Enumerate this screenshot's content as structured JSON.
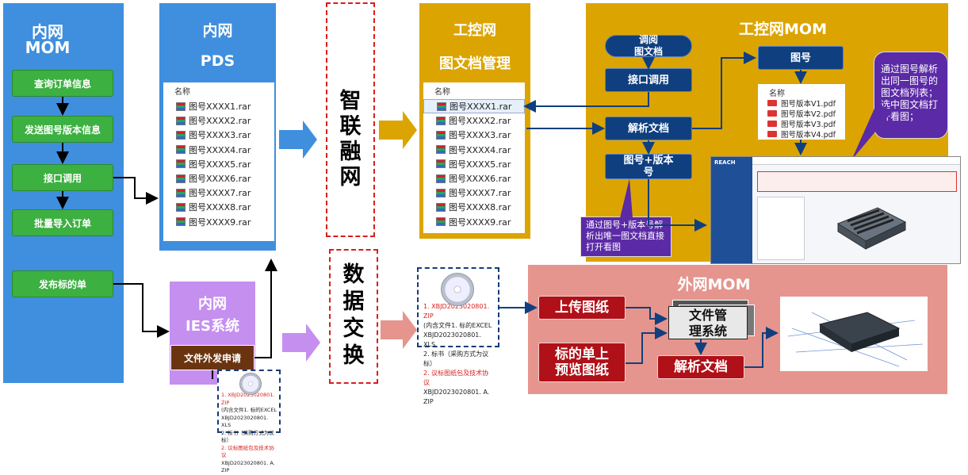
{
  "colors": {
    "blue_panel": "#3f8fde",
    "gold_panel": "#dca400",
    "purple_panel": "#c58ff0",
    "salmon_panel": "#e5958d",
    "green_btn": "#3cb040",
    "navy_btn": "#0f3f7f",
    "red_btn": "#b01018",
    "dashed_red": "#d81e1e"
  },
  "mom_panel": {
    "title_line1": "内网",
    "title_line2": "MOM",
    "steps": [
      "查询订单信息",
      "发送图号版本信息",
      "接口调用",
      "批量导入订单",
      "发布标的单"
    ]
  },
  "pds_panel": {
    "title_line1": "内网",
    "title_line2": "PDS",
    "header": "名称",
    "files": [
      "图号XXXX1.rar",
      "图号XXXX2.rar",
      "图号XXXX3.rar",
      "图号XXXX4.rar",
      "图号XXXX5.rar",
      "图号XXXX6.rar",
      "图号XXXX7.rar",
      "图号XXXX8.rar",
      "图号XXXX9.rar"
    ]
  },
  "ies_panel": {
    "title_line1": "内网",
    "title_line2": "IES系统",
    "button": "文件外发申请"
  },
  "zhilian": {
    "chars": [
      "智",
      "联",
      "融",
      "网"
    ]
  },
  "shuju": {
    "chars": [
      "数",
      "据",
      "交",
      "换"
    ]
  },
  "gk_doc_panel": {
    "title_line1": "工控网",
    "title_line2": "图文档管理",
    "header": "名称",
    "files": [
      "图号XXXX1.rar",
      "图号XXXX2.rar",
      "图号XXXX3.rar",
      "图号XXXX4.rar",
      "图号XXXX5.rar",
      "图号XXXX6.rar",
      "图号XXXX7.rar",
      "图号XXXX8.rar",
      "图号XXXX9.rar"
    ]
  },
  "gk_mom_panel": {
    "title": "工控网MOM",
    "btn_diaoyue": "调阅\n图文档",
    "btn_interface": "接口调用",
    "btn_parse": "解析文档",
    "btn_drawing_version": "图号+版本\n号",
    "btn_drawing_no": "图号",
    "pdf_header": "名称",
    "pdf_files": [
      "图号版本V1.pdf",
      "图号版本V2.pdf",
      "图号版本V3.pdf",
      "图号版本V4.pdf"
    ],
    "callout_top": "通过图号解析出同一图号的图文档列表；选中图文档打开看图；",
    "callout_bottom": "通过图号+版本号解析出唯一图文档直接打开看图",
    "screenshot_brand": "REACH"
  },
  "external_mom_panel": {
    "title": "外网MOM",
    "btn_upload": "上传图纸",
    "btn_preview": "标的单上\n预览图纸",
    "btn_file_mgmt": "文件管\n理系统",
    "btn_parse": "解析文档"
  },
  "doc_card_large": {
    "lines": [
      "1. XBJD2023020801. ZIP",
      "(内含文件1. 标的EXCEL",
      "XBJD2023020801. XLS",
      "2. 标书（采购方式为议标）",
      "2. 议标图纸包及技术协议",
      "XBJD2023020801. A. ZIP"
    ]
  },
  "doc_card_small": {
    "lines": [
      "1. XBJD2023020801. ZIP",
      "(内含文件1. 标的EXCEL",
      "XBJD2023020801. XLS",
      "2. 标书（采购方式为议标）",
      "2. 议标图纸包及技术协议",
      "XBJD2023020801. A. ZIP"
    ]
  }
}
